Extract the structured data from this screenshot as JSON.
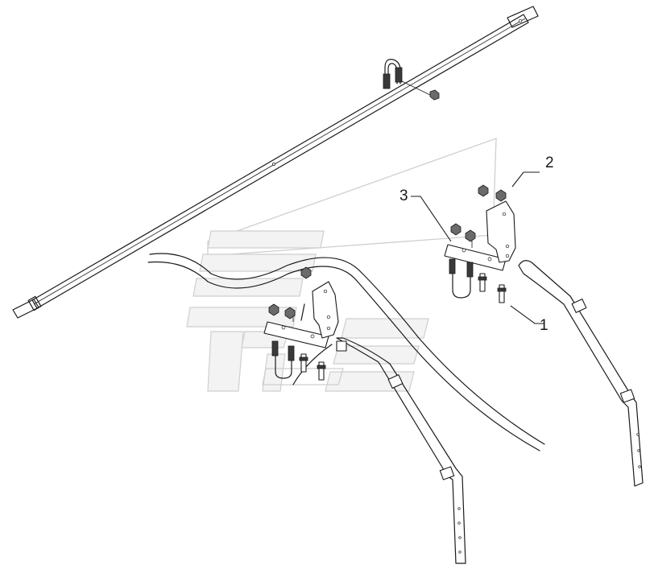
{
  "diagram": {
    "callouts": [
      {
        "id": "1",
        "text": "1"
      },
      {
        "id": "2",
        "text": "2"
      },
      {
        "id": "3",
        "text": "3"
      }
    ],
    "colors": {
      "line": "#1a1a1a",
      "watermark": "#cfcfcf",
      "background": "#ffffff"
    },
    "watermark_icon": "company-logo-watermark"
  }
}
